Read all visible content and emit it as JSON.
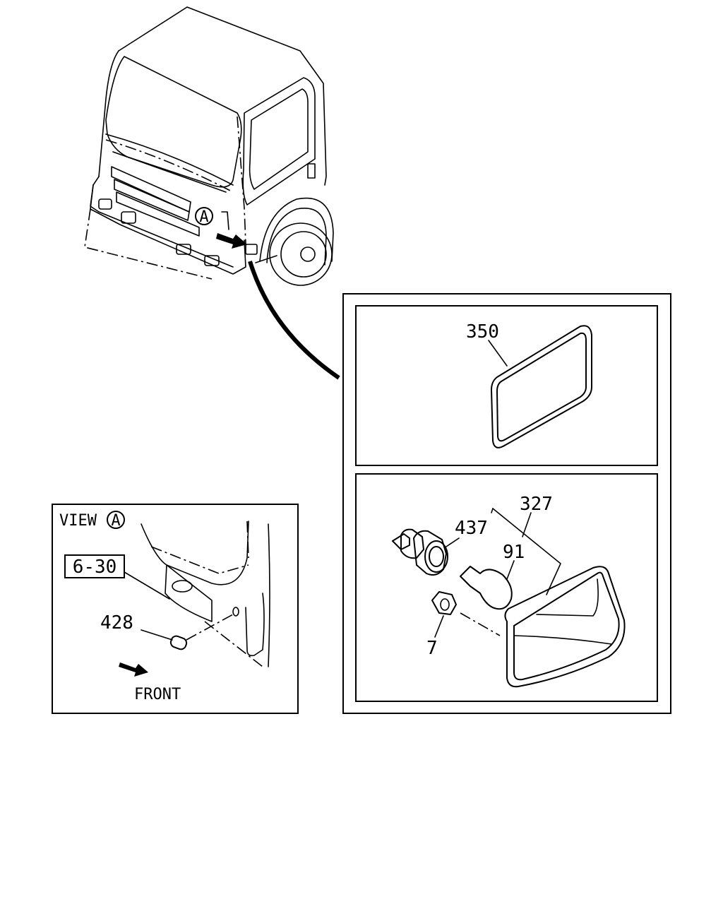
{
  "view": {
    "label": "VIEW",
    "marker": "A"
  },
  "callout_marker": "A",
  "ref_box": "6-30",
  "direction": "FRONT",
  "parts": {
    "lens": "350",
    "lamp_assy": "327",
    "socket": "437",
    "bulb": "91",
    "nut": "7",
    "grommet": "428"
  }
}
